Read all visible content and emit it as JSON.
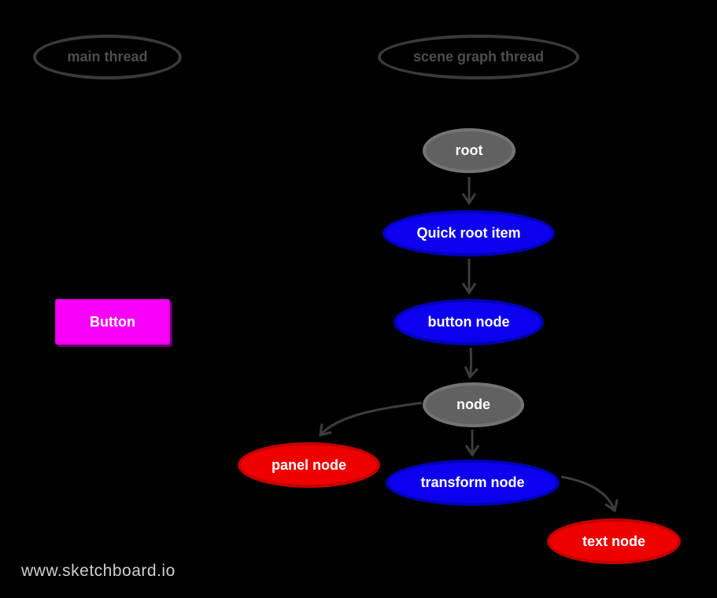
{
  "diagram": {
    "source_watermark": "www.sketchboard.io",
    "background_color": "#000000",
    "arrow_color": "#3d3d3d"
  },
  "threads": [
    {
      "id": "main-thread",
      "label": "main thread"
    },
    {
      "id": "scene-graph-thread",
      "label": "scene graph thread"
    }
  ],
  "button": {
    "label": "Button",
    "fill": "#f800f8",
    "text_color": "#ffffff"
  },
  "nodes": [
    {
      "id": "root",
      "label": "root",
      "color": "gray",
      "fill": "#616161",
      "stroke": "#747474"
    },
    {
      "id": "quick-root-item",
      "label": "Quick root item",
      "color": "blue",
      "fill": "#0d00ee",
      "stroke": "#0000b8"
    },
    {
      "id": "button-node",
      "label": "button node",
      "color": "blue",
      "fill": "#0d00ee",
      "stroke": "#0000b8"
    },
    {
      "id": "node",
      "label": "node",
      "color": "gray",
      "fill": "#616161",
      "stroke": "#747474"
    },
    {
      "id": "panel-node",
      "label": "panel node",
      "color": "red",
      "fill": "#ee0000",
      "stroke": "#c40000"
    },
    {
      "id": "transform-node",
      "label": "transform node",
      "color": "blue",
      "fill": "#0d00ee",
      "stroke": "#0000b8"
    },
    {
      "id": "text-node",
      "label": "text node",
      "color": "red",
      "fill": "#ee0000",
      "stroke": "#c40000"
    }
  ],
  "edges": [
    {
      "from": "root",
      "to": "quick-root-item"
    },
    {
      "from": "quick-root-item",
      "to": "button-node"
    },
    {
      "from": "button-node",
      "to": "node"
    },
    {
      "from": "node",
      "to": "panel-node"
    },
    {
      "from": "node",
      "to": "transform-node"
    },
    {
      "from": "transform-node",
      "to": "text-node"
    }
  ]
}
